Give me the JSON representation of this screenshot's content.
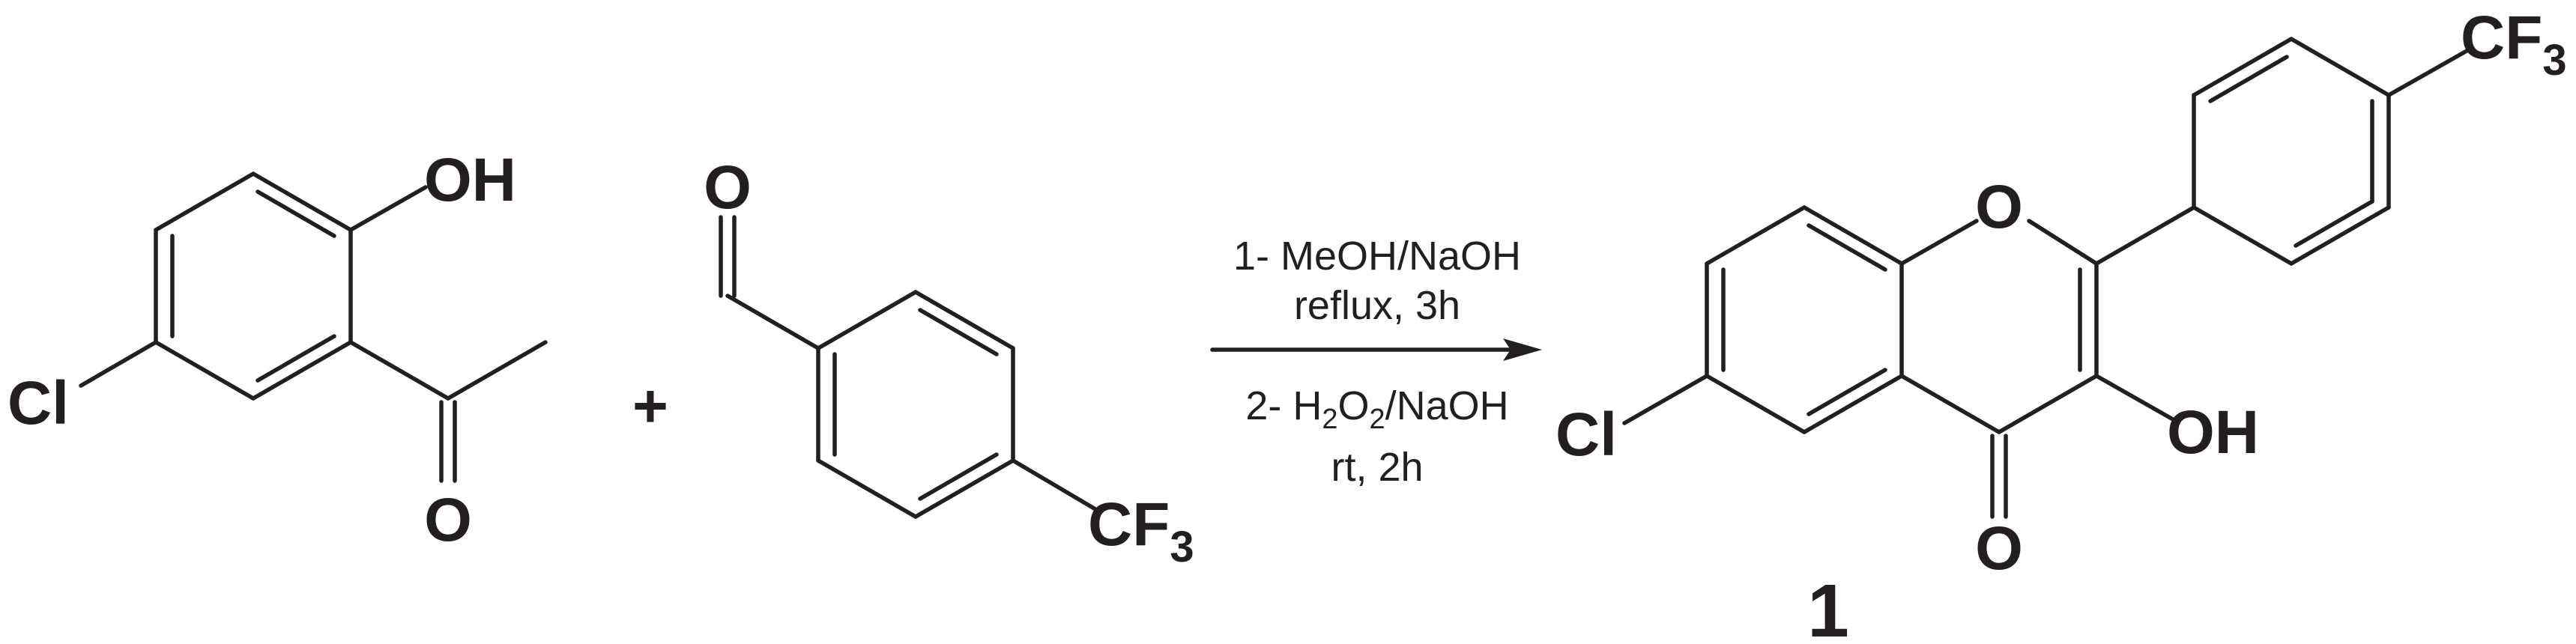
{
  "reactant1": {
    "oh": "OH",
    "o": "O",
    "cl": "Cl"
  },
  "plus": "+",
  "reactant2": {
    "o": "O",
    "cf3_main": "CF",
    "cf3_sub": "3"
  },
  "conditions": {
    "step1_line1": "1- MeOH/NaOH",
    "step1_line2": "reflux, 3h",
    "step2_pre": "2- H",
    "step2_sub1": "2",
    "step2_mid": "O",
    "step2_sub2": "2",
    "step2_post": "/NaOH",
    "step2_line2": "rt, 2h"
  },
  "product": {
    "ring_o": "O",
    "carbonyl_o": "O",
    "oh": "OH",
    "cl": "Cl",
    "cf3_main": "CF",
    "cf3_sub": "3",
    "compound_number": "1"
  }
}
